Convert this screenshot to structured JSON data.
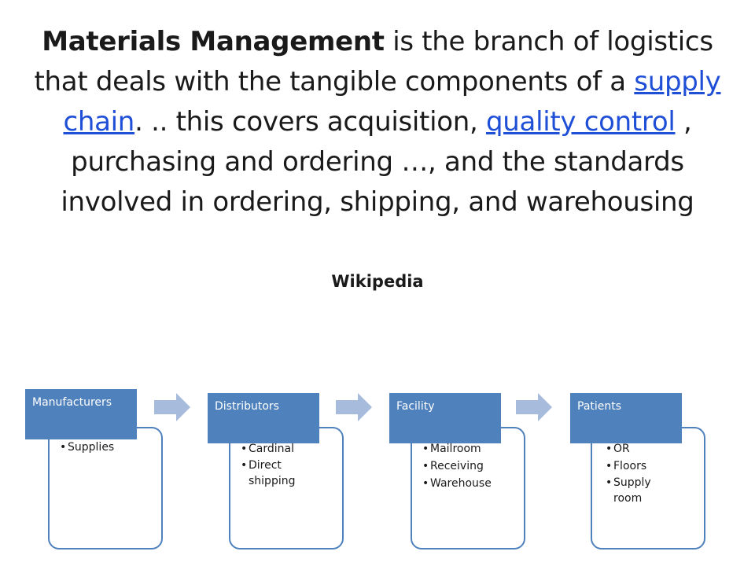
{
  "title": {
    "bold": "Materials Management",
    "part1": " is the branch of logistics that deals with the tangible components of a ",
    "link1": "supply chain",
    "part2": ". .. this covers acquisition, ",
    "link2": "quality control",
    "part3": " , purchasing and ordering …, and the standards involved in ordering, shipping, and warehousing"
  },
  "source": "Wikipedia",
  "flow": [
    {
      "header": "Manufacturers",
      "items": [
        "Supplies"
      ]
    },
    {
      "header": "Distributors",
      "items": [
        "Cardinal",
        "Direct shipping"
      ]
    },
    {
      "header": "Facility",
      "items": [
        "Mailroom",
        "Receiving",
        "Warehouse"
      ]
    },
    {
      "header": "Patients",
      "items": [
        "OR",
        "Floors",
        "Supply room"
      ]
    }
  ],
  "colors": {
    "header": "#4f81bd",
    "border": "#4f81bd",
    "arrow": "#a7bcdd",
    "link": "#1f4fd6"
  }
}
